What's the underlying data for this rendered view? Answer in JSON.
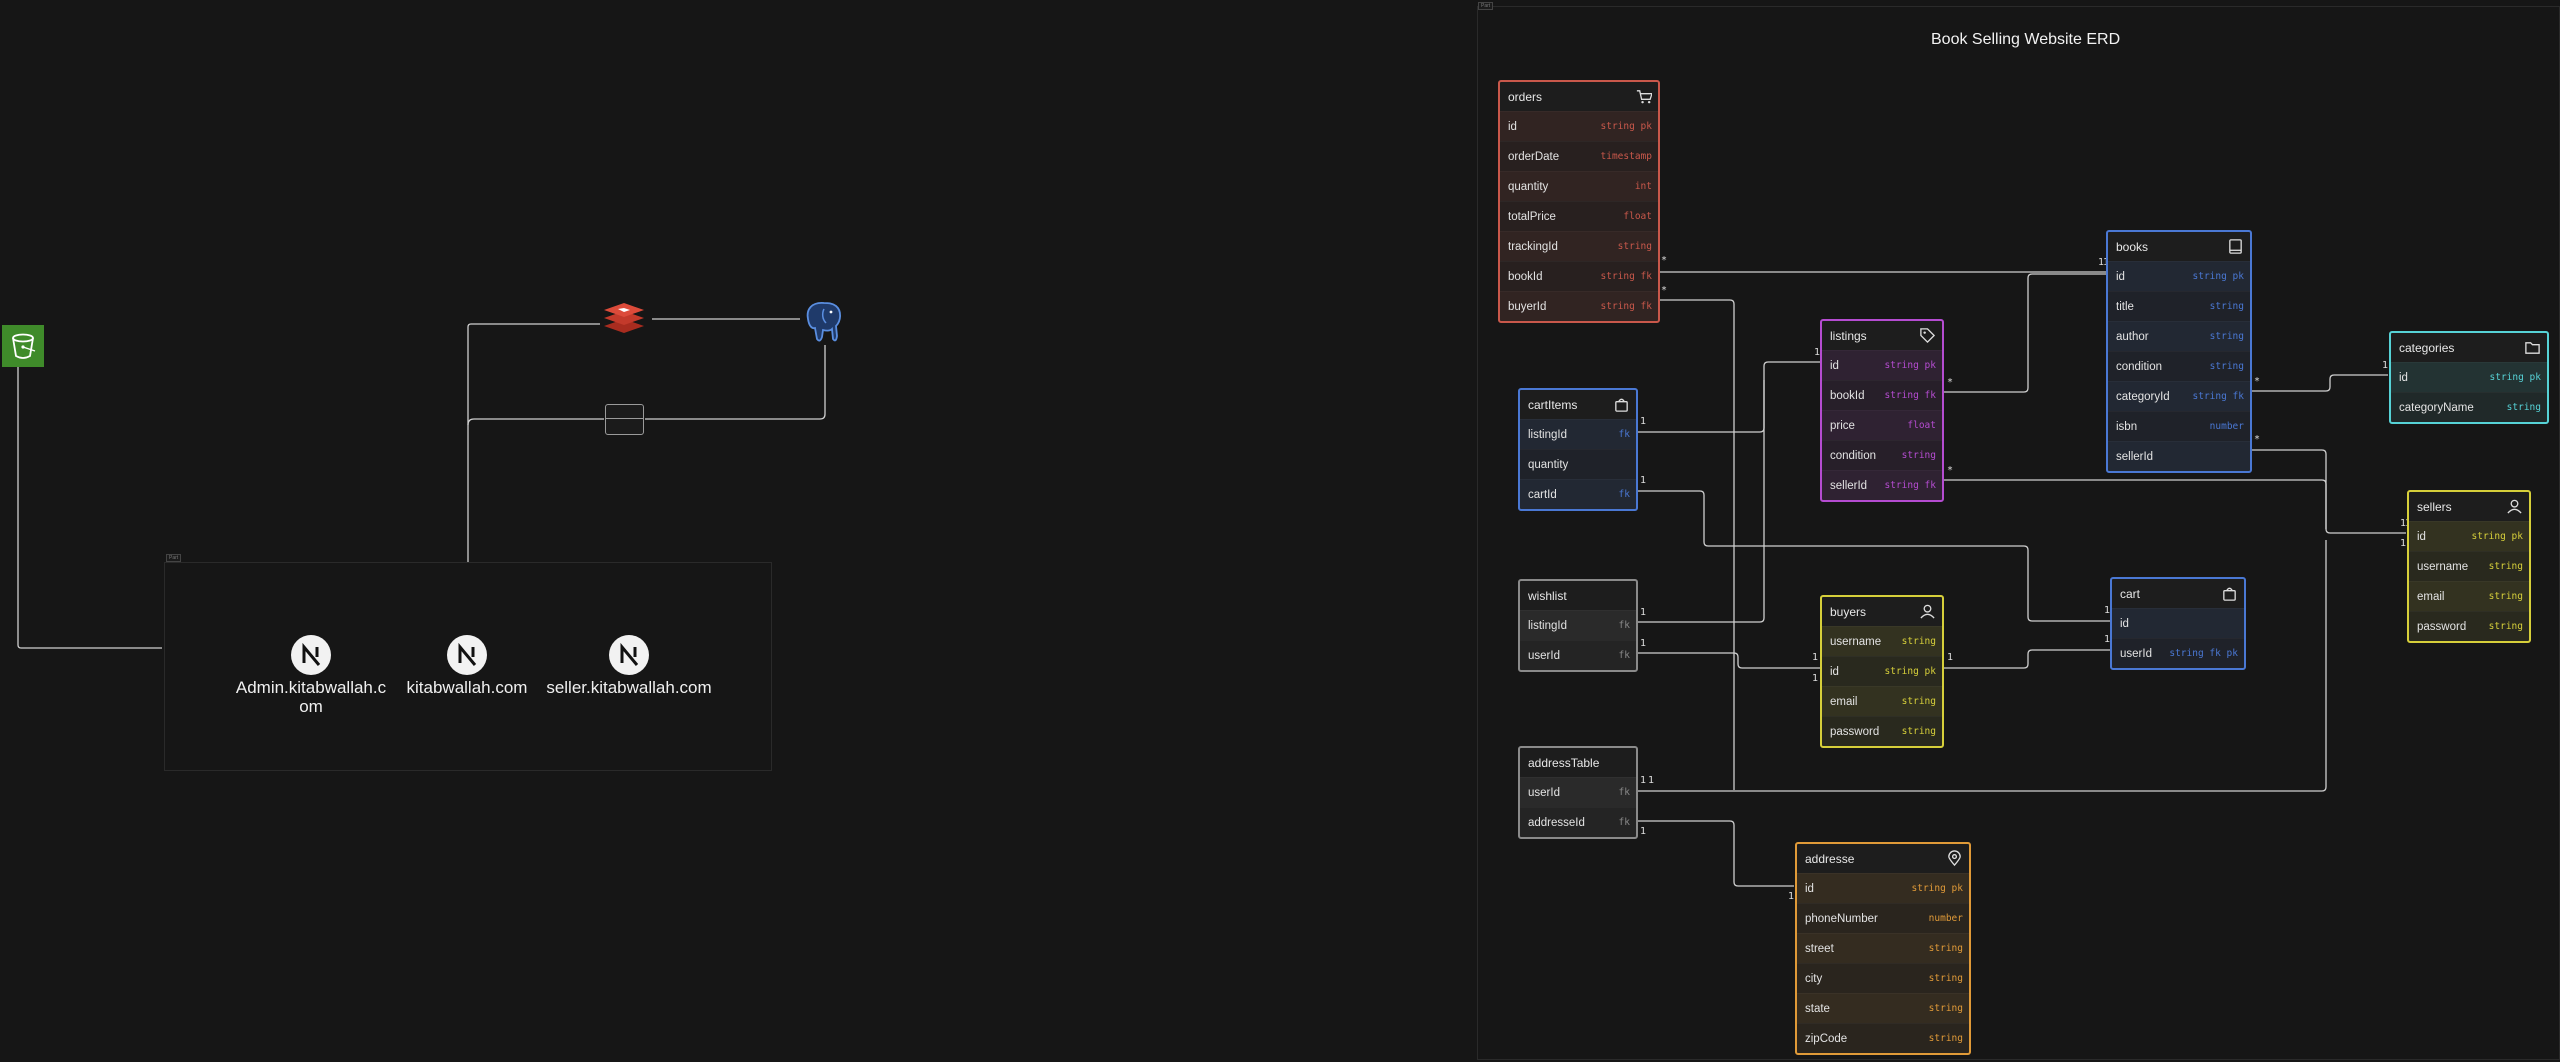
{
  "diagram_title": "Book Selling Website ERD",
  "frame_tag": "Part",
  "colors": {
    "orders": "#c9584b",
    "listings": "#b54cd1",
    "books": "#4a78d4",
    "categories": "#56d2d6",
    "cartItems": "#4a78d4",
    "sellers": "#d6cf3a",
    "buyers": "#d6cf3a",
    "cart": "#4a78d4",
    "addresse": "#e09a38",
    "wishlist": "#8a8a8a",
    "addressTable": "#8a8a8a",
    "background": "#161616",
    "wire": "#cfcfcf"
  },
  "architecture": {
    "s3_icon": "bucket-icon",
    "redis_icon": "redis-stack-icon",
    "postgres_icon": "postgres-elephant-icon",
    "apps": [
      {
        "label": "Admin.kitabwallah.c\nom",
        "icon": "nextjs-icon"
      },
      {
        "label": "kitabwallah.com",
        "icon": "nextjs-icon"
      },
      {
        "label": "seller.kitabwallah.com",
        "icon": "nextjs-icon"
      }
    ]
  },
  "tables": {
    "orders": {
      "name": "orders",
      "icon": "cart-icon",
      "fields": [
        {
          "n": "id",
          "t": "string pk"
        },
        {
          "n": "orderDate",
          "t": "timestamp"
        },
        {
          "n": "quantity",
          "t": "int"
        },
        {
          "n": "totalPrice",
          "t": "float"
        },
        {
          "n": "trackingId",
          "t": "string"
        },
        {
          "n": "bookId",
          "t": "string fk"
        },
        {
          "n": "buyerId",
          "t": "string fk"
        }
      ]
    },
    "cartItems": {
      "name": "cartItems",
      "icon": "bag-icon",
      "fields": [
        {
          "n": "listingId",
          "t": "fk"
        },
        {
          "n": "quantity",
          "t": ""
        },
        {
          "n": "cartId",
          "t": "fk"
        }
      ]
    },
    "wishlist": {
      "name": "wishlist",
      "icon": "",
      "fields": [
        {
          "n": "listingId",
          "t": "fk"
        },
        {
          "n": "userId",
          "t": "fk"
        }
      ]
    },
    "addressTable": {
      "name": "addressTable",
      "icon": "",
      "fields": [
        {
          "n": "userId",
          "t": "fk"
        },
        {
          "n": "addresseId",
          "t": "fk"
        }
      ]
    },
    "listings": {
      "name": "listings",
      "icon": "tag-icon",
      "fields": [
        {
          "n": "id",
          "t": "string pk"
        },
        {
          "n": "bookId",
          "t": "string fk"
        },
        {
          "n": "price",
          "t": "float"
        },
        {
          "n": "condition",
          "t": "string"
        },
        {
          "n": "sellerId",
          "t": "string fk"
        }
      ]
    },
    "buyers": {
      "name": "buyers",
      "icon": "user-icon",
      "fields": [
        {
          "n": "username",
          "t": "string"
        },
        {
          "n": "id",
          "t": "string pk"
        },
        {
          "n": "email",
          "t": "string"
        },
        {
          "n": "password",
          "t": "string"
        }
      ]
    },
    "addresse": {
      "name": "addresse",
      "icon": "map-pin-icon",
      "fields": [
        {
          "n": "id",
          "t": "string pk"
        },
        {
          "n": "phoneNumber",
          "t": "number"
        },
        {
          "n": "street",
          "t": "string"
        },
        {
          "n": "city",
          "t": "string"
        },
        {
          "n": "state",
          "t": "string"
        },
        {
          "n": "zipCode",
          "t": "string"
        }
      ]
    },
    "books": {
      "name": "books",
      "icon": "book-icon",
      "fields": [
        {
          "n": "id",
          "t": "string pk"
        },
        {
          "n": "title",
          "t": "string"
        },
        {
          "n": "author",
          "t": "string"
        },
        {
          "n": "condition",
          "t": "string"
        },
        {
          "n": "categoryId",
          "t": "string fk"
        },
        {
          "n": "isbn",
          "t": "number"
        },
        {
          "n": "sellerId",
          "t": ""
        }
      ]
    },
    "cart": {
      "name": "cart",
      "icon": "bag-icon",
      "fields": [
        {
          "n": "id",
          "t": ""
        },
        {
          "n": "userId",
          "t": "string fk pk"
        }
      ]
    },
    "categories": {
      "name": "categories",
      "icon": "folder-icon",
      "fields": [
        {
          "n": "id",
          "t": "string pk"
        },
        {
          "n": "categoryName",
          "t": "string"
        }
      ]
    },
    "sellers": {
      "name": "sellers",
      "icon": "user-icon",
      "fields": [
        {
          "n": "id",
          "t": "string pk"
        },
        {
          "n": "username",
          "t": "string"
        },
        {
          "n": "email",
          "t": "string"
        },
        {
          "n": "password",
          "t": "string"
        }
      ]
    }
  },
  "cardinality": {
    "one": "1",
    "many": "*"
  }
}
